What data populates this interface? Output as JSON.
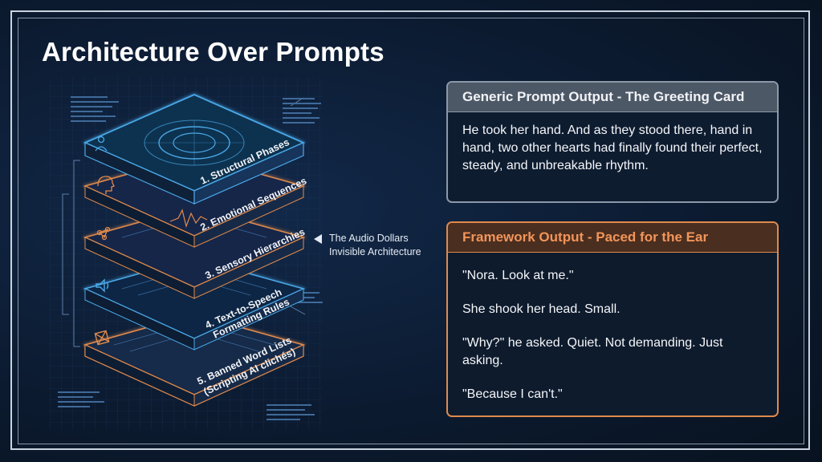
{
  "title": "Architecture Over Prompts",
  "diagram": {
    "layers": [
      {
        "label": "1. Structural Phases",
        "icon": "person-icon",
        "accent": "blue"
      },
      {
        "label": "2. Emotional Sequences",
        "icon": "head-profile-icon",
        "accent": "orange"
      },
      {
        "label": "3. Sensory Hierarchies",
        "icon": "nodes-icon",
        "accent": "orange"
      },
      {
        "label": "4. Text-to-Speech Formatting Rules",
        "label_lines": [
          "4. Text-to-Speech",
          "Formatting Rules"
        ],
        "icon": "speaker-icon",
        "accent": "blue"
      },
      {
        "label": "5. Banned Word Lists (Scripting AI clichés)",
        "label_lines": [
          "5. Banned Word Lists",
          "(Scripting AI clichés)"
        ],
        "icon": "crossed-out-icon",
        "accent": "orange"
      }
    ],
    "side_label": {
      "line1": "The Audio Dollars",
      "line2": "Invisible Architecture"
    }
  },
  "generic_panel": {
    "title": "Generic Prompt Output - The Greeting Card",
    "text": "He took her hand. And as they stood there, hand in hand, two other hearts had finally found their perfect, steady, and unbreakable rhythm."
  },
  "framework_panel": {
    "title": "Framework Output - Paced for the Ear",
    "lines": [
      "\"Nora. Look at me.\"",
      "She shook her head. Small.",
      "\"Why?\" he asked. Quiet. Not demanding. Just asking.",
      "\"Because I can't.\""
    ]
  },
  "colors": {
    "background": "#0b1729",
    "blue_accent": "#4aa8e8",
    "orange_accent": "#e08a4c",
    "generic_header": "#4d5867",
    "framework_header": "#4a2e1f"
  }
}
